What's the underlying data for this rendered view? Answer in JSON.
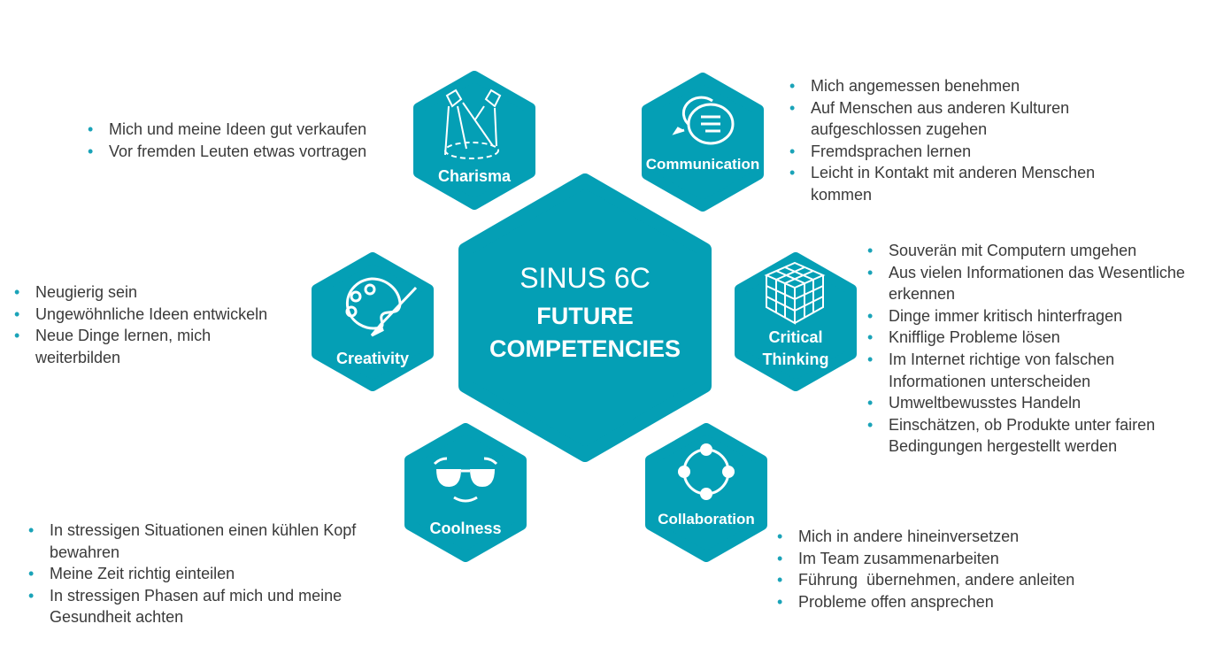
{
  "colors": {
    "hex": "#049fb5",
    "text": "#3a3a3a",
    "bullet": "#1aa3b8"
  },
  "center": {
    "line1": "SINUS 6C",
    "line2": "FUTURE",
    "line3": "COMPETENCIES"
  },
  "charisma": {
    "label": "Charisma",
    "icon": "spotlights-icon",
    "items": [
      "Mich und meine Ideen gut verkaufen",
      "Vor fremden Leuten etwas vortragen"
    ]
  },
  "communication": {
    "label": "Communication",
    "icon": "speech-bubbles-icon",
    "items": [
      " Mich angemessen benehmen",
      " Auf Menschen aus anderen Kulturen aufgeschlossen zugehen",
      "Fremdsprachen lernen",
      "Leicht in Kontakt mit anderen Menschen kommen"
    ]
  },
  "creativity": {
    "label": "Creativity",
    "icon": "paint-palette-icon",
    "items": [
      "Neugierig sein",
      "Ungewöhnliche Ideen entwickeln",
      "Neue Dinge lernen, mich weiterbilden"
    ]
  },
  "critical": {
    "label1": "Critical",
    "label2": "Thinking",
    "icon": "rubiks-cube-icon",
    "items": [
      "Souverän mit Computern umgehen",
      "Aus vielen Informationen das Wesentliche erkennen",
      "Dinge immer kritisch hinterfragen",
      "Knifflige Probleme lösen",
      "Im Internet richtige von falschen Informationen unterscheiden",
      "Umweltbewusstes Handeln",
      "Einschätzen, ob Produkte unter fairen Bedingungen hergestellt werden"
    ]
  },
  "coolness": {
    "label": "Coolness",
    "icon": "sunglasses-smiley-icon",
    "items": [
      "In stressigen Situationen einen kühlen Kopf bewahren",
      "Meine Zeit richtig einteilen",
      "In stressigen Phasen auf mich und meine Gesundheit achten"
    ]
  },
  "collaboration": {
    "label": "Collaboration",
    "icon": "network-circle-icon",
    "items": [
      "Mich in andere hineinversetzen",
      "Im Team zusammenarbeiten",
      "Führung  übernehmen, andere anleiten",
      "Probleme offen ansprechen"
    ]
  }
}
